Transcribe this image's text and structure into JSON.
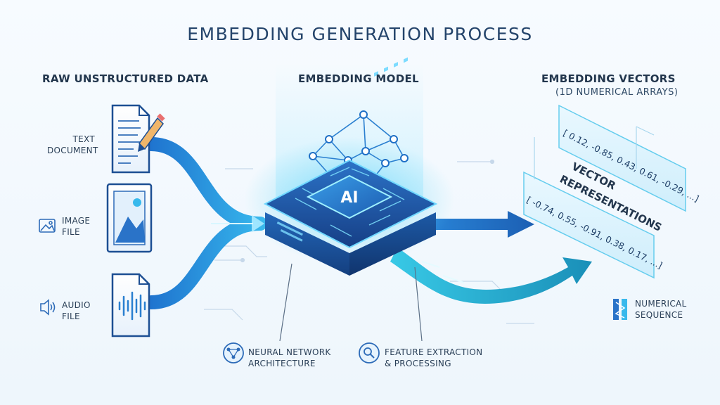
{
  "title": "EMBEDDING GENERATION PROCESS",
  "sections": {
    "raw": "RAW UNSTRUCTURED DATA",
    "model": "EMBEDDING MODEL",
    "vectors": "EMBEDDING VECTORS",
    "vectors_sub": "(1D NUMERICAL ARRAYS)"
  },
  "inputs": [
    {
      "line1": "TEXT",
      "line2": "DOCUMENT"
    },
    {
      "line1": "IMAGE",
      "line2": "FILE"
    },
    {
      "line1": "AUDIO",
      "line2": "FILE"
    }
  ],
  "chip_label": "AI",
  "vectors": {
    "v1": "[ 0.12, -0.85, 0.43, 0.61, -0.29, ...]",
    "heading1": "VECTOR",
    "heading2": "REPRESENTATIONS",
    "v2": "[ -0.74, 0.55, -0.91, 0.38, 0.17, ...]"
  },
  "numerical": {
    "line1": "NUMERICAL",
    "line2": "SEQUENCE"
  },
  "callouts": [
    {
      "line1": "NEURAL NETWORK",
      "line2": "ARCHITECTURE"
    },
    {
      "line1": "FEATURE EXTRACTION",
      "line2": "& PROCESSING"
    }
  ],
  "colors": {
    "accent": "#1f7fd1",
    "cyan": "#39c4e8",
    "navy": "#1c3f78"
  }
}
